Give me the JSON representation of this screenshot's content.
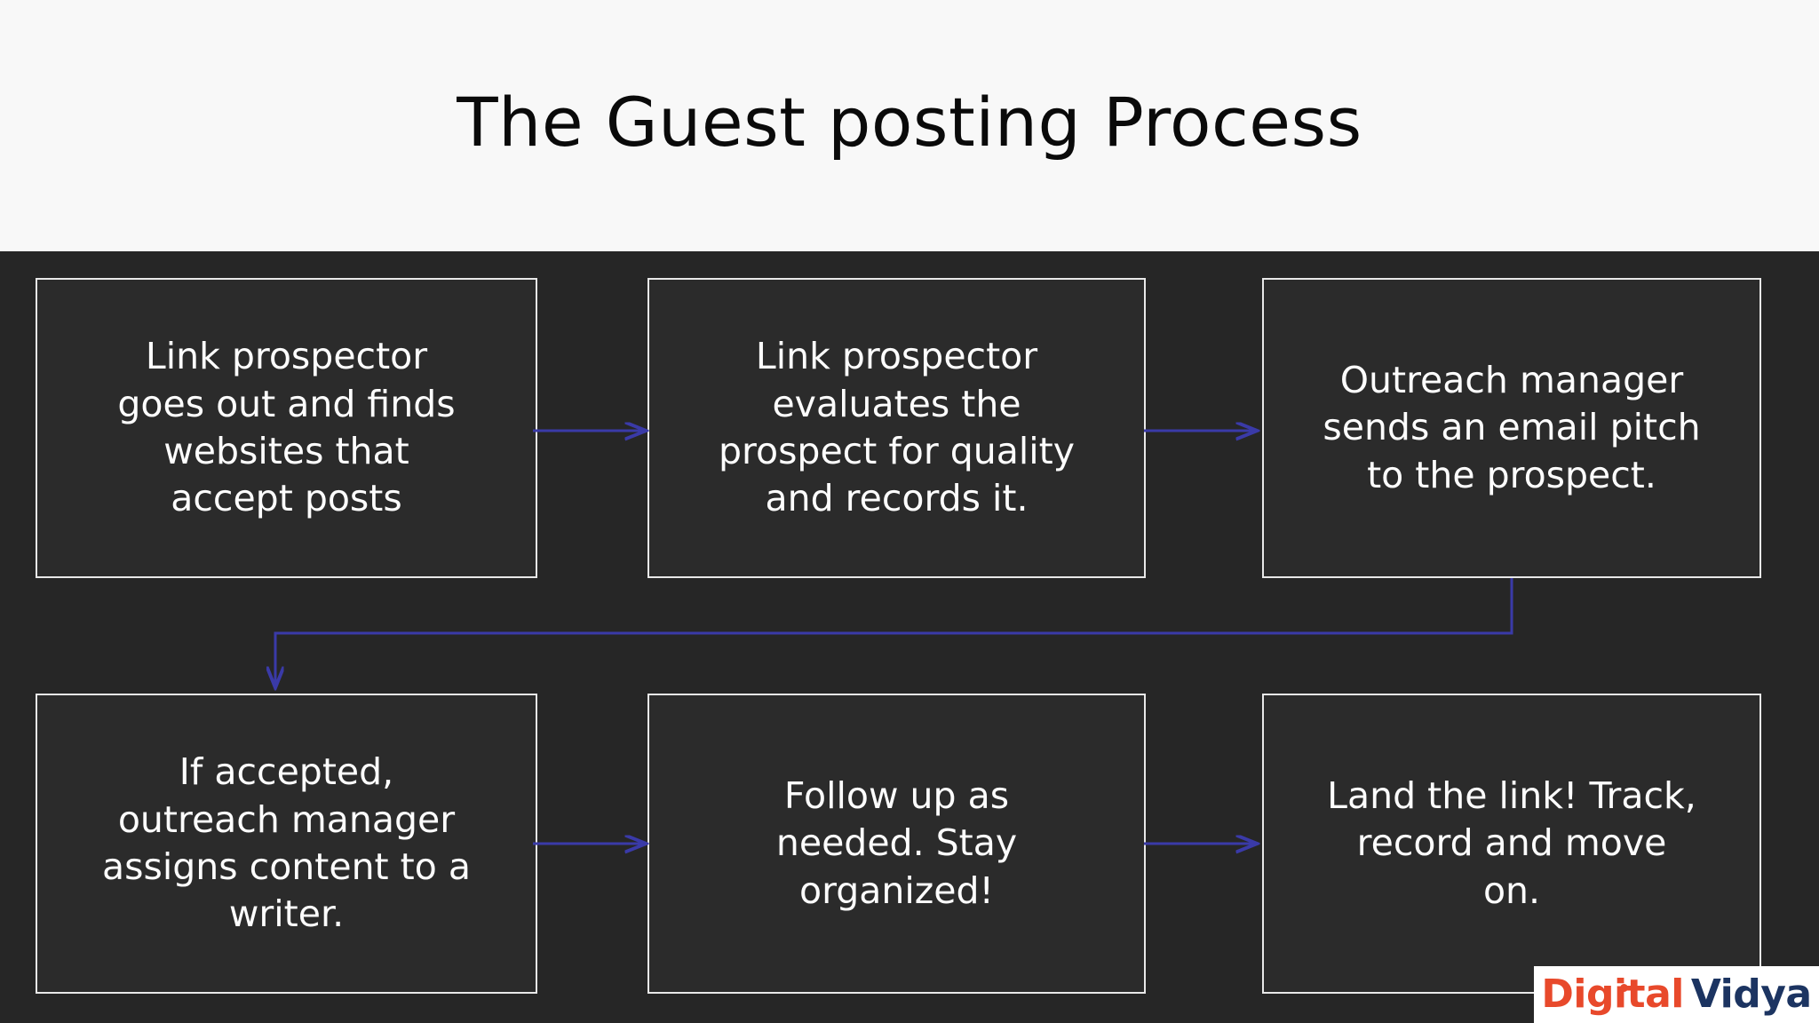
{
  "slide": {
    "title": "The Guest posting Process",
    "background_color": "#262626",
    "title_band_color": "#f8f8f8",
    "title_color": "#0a0a0a",
    "box_fill": "#2b2b2b",
    "box_border": "#e8e8e8",
    "box_text_color": "#fdfdfd",
    "arrow_color": "#3a3aa8"
  },
  "steps": [
    {
      "id": 1,
      "text": "Link prospector\ngoes out and finds\nwebsites that\naccept posts"
    },
    {
      "id": 2,
      "text": "Link prospector\nevaluates the\nprospect for quality\nand records it."
    },
    {
      "id": 3,
      "text": "Outreach manager\nsends an email pitch\nto the prospect."
    },
    {
      "id": 4,
      "text": "If accepted,\noutreach manager\nassigns content to a\nwriter."
    },
    {
      "id": 5,
      "text": "Follow up as\nneeded. Stay\norganized!"
    },
    {
      "id": 6,
      "text": "Land the link! Track,\nrecord and move\non."
    }
  ],
  "connectors": [
    {
      "from": 1,
      "to": 2,
      "kind": "straight-right"
    },
    {
      "from": 2,
      "to": 3,
      "kind": "straight-right"
    },
    {
      "from": 3,
      "to": 4,
      "kind": "elbow-down-left"
    },
    {
      "from": 4,
      "to": 5,
      "kind": "straight-right"
    },
    {
      "from": 5,
      "to": 6,
      "kind": "straight-right"
    }
  ],
  "logo": {
    "part_one": "Digital",
    "part_two": "Vidya",
    "part_one_color": "#e8492b",
    "part_two_color": "#1c3461",
    "background": "#ffffff"
  }
}
